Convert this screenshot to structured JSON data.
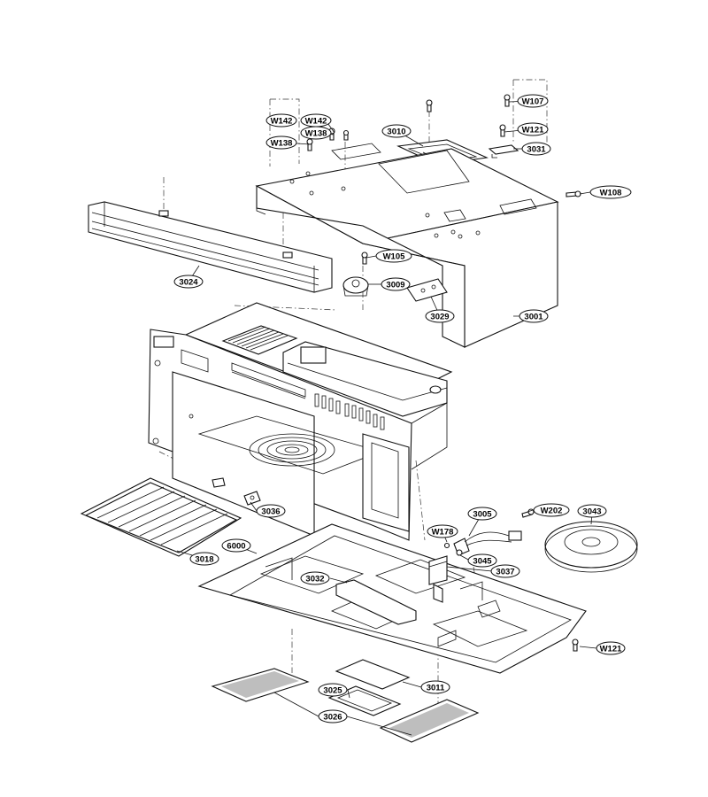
{
  "labels": {
    "w107": "W107",
    "w121_top": "W121",
    "w142_a": "W142",
    "w142_b": "W142",
    "w138_a": "W138",
    "w138_b": "W138",
    "p3010": "3010",
    "p3031": "3031",
    "w108": "W108",
    "w105": "W105",
    "p3009": "3009",
    "p3024": "3024",
    "p3029": "3029",
    "p3001": "3001",
    "p3036": "3036",
    "p3018": "3018",
    "p6000": "6000",
    "p3005": "3005",
    "w202": "W202",
    "p3043": "3043",
    "w178": "W178",
    "p3045": "3045",
    "p3037": "3037",
    "p3032": "3032",
    "w121_bottom": "W121",
    "p3011": "3011",
    "p3025": "3025",
    "p3026": "3026"
  }
}
